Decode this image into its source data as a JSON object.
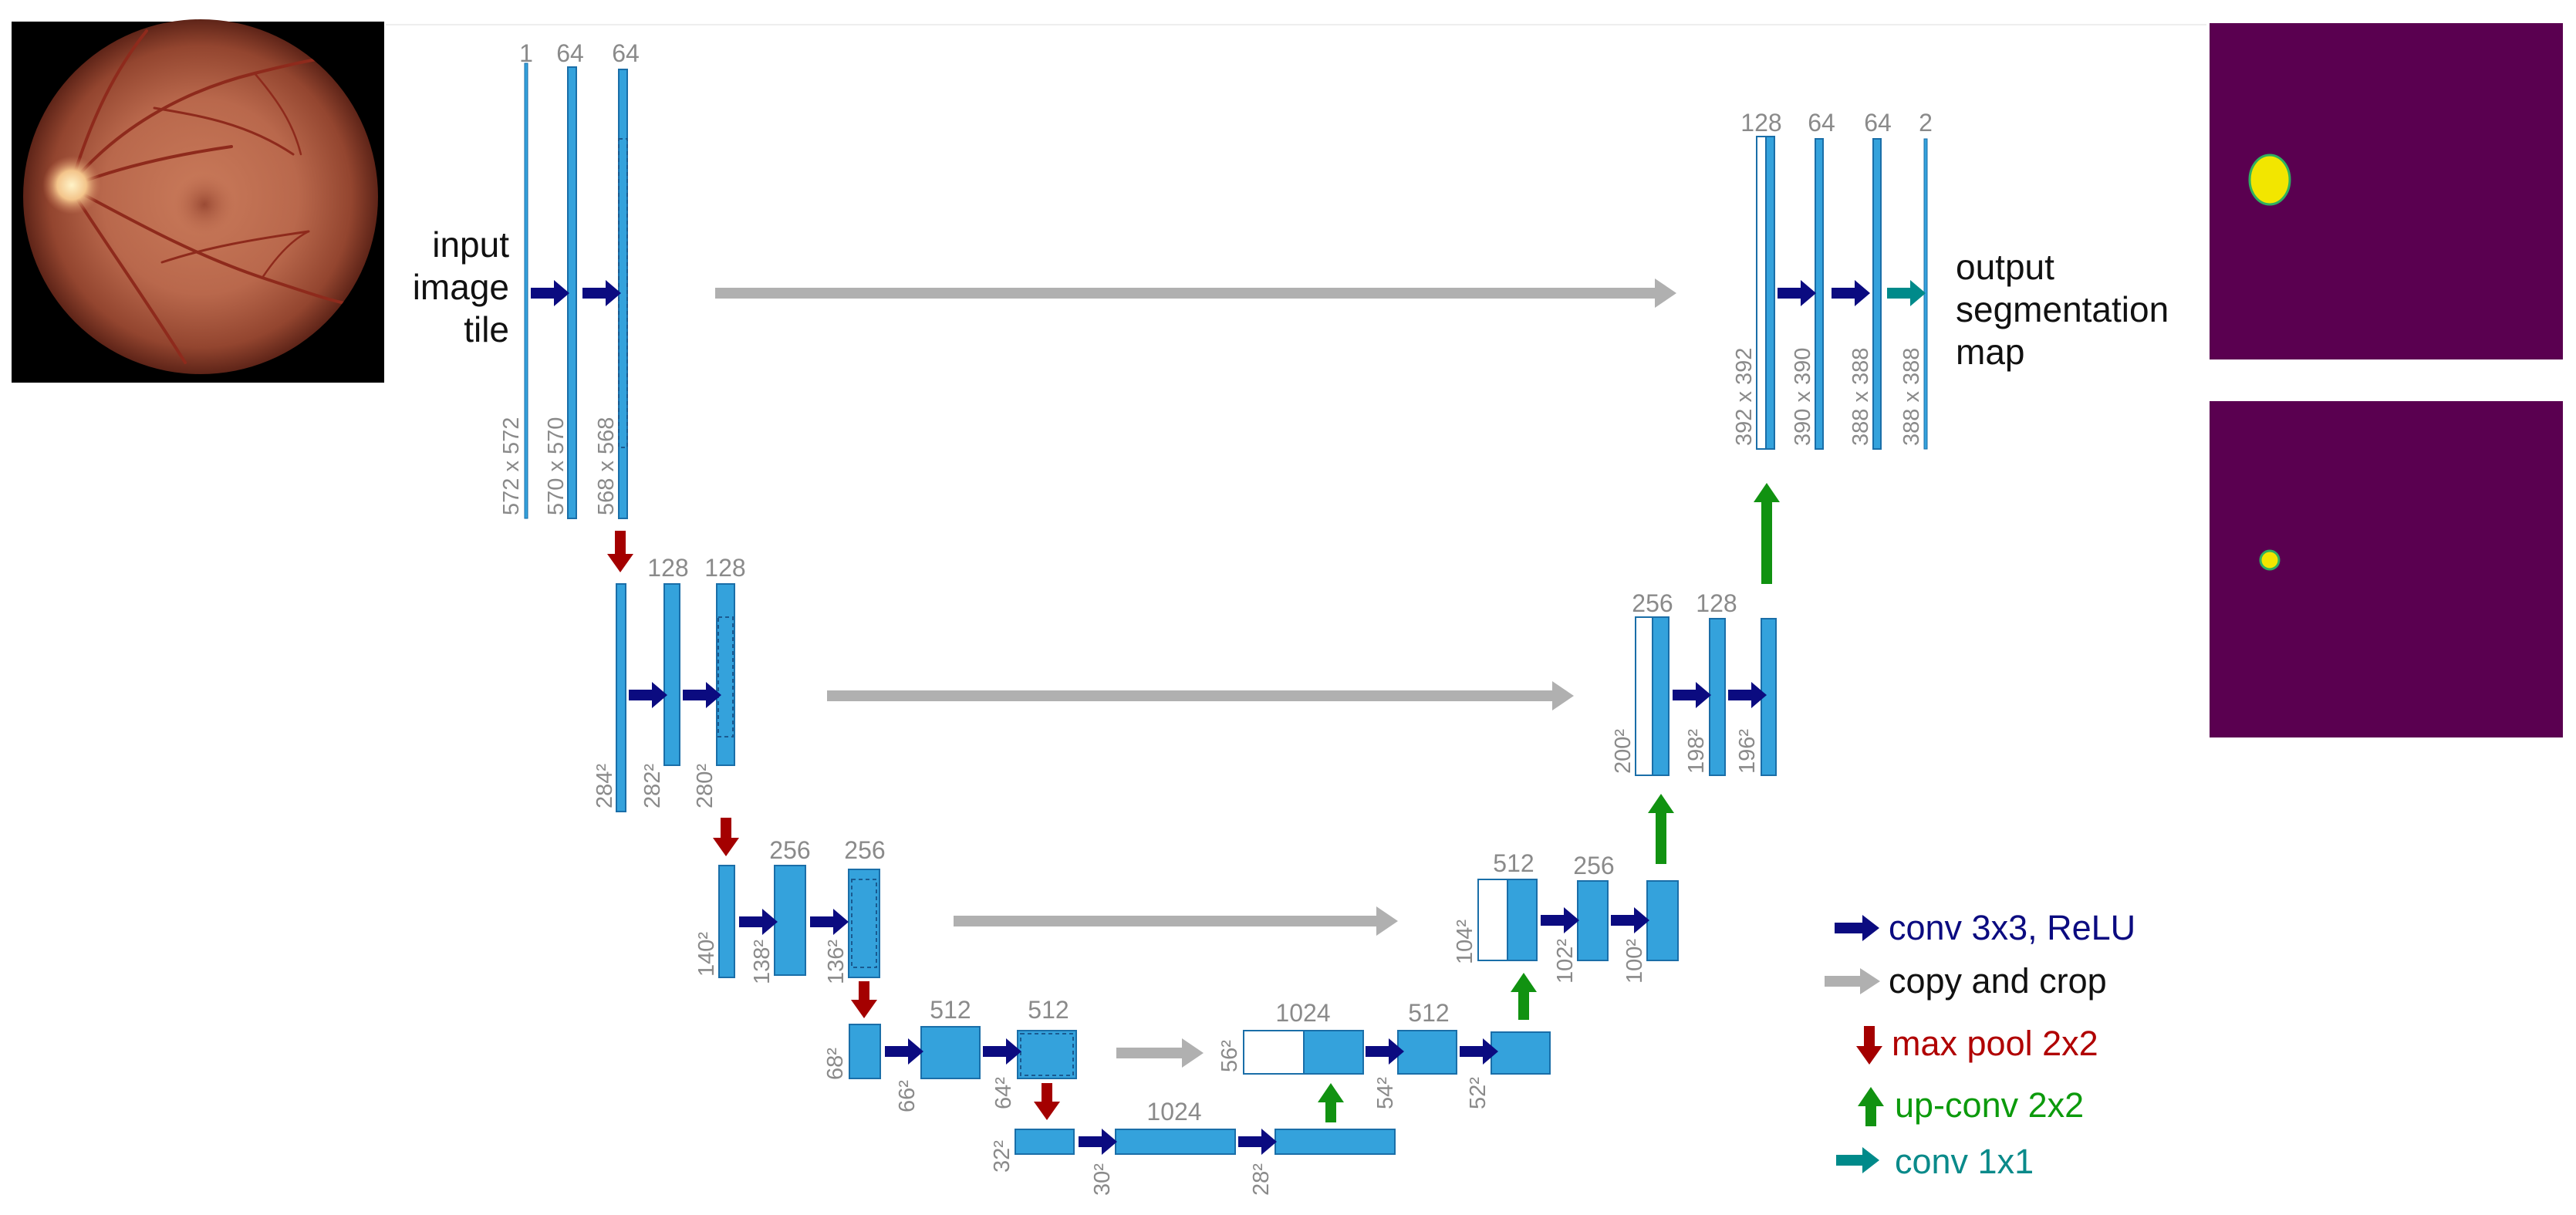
{
  "labels": {
    "input": [
      "input",
      "image",
      "tile"
    ],
    "output": [
      "output",
      "segmentation",
      "map"
    ]
  },
  "channels": {
    "e1a": "1",
    "e1b": "64",
    "e1c": "64",
    "e2b": "128",
    "e2c": "128",
    "e3b": "256",
    "e3c": "256",
    "e4b": "512",
    "e4c": "512",
    "b2": "1024",
    "d4a": "1024",
    "d4b": "512",
    "d3a": "512",
    "d3b": "256",
    "d2a": "256",
    "d2b": "128",
    "d1a": "128",
    "d1b": "64",
    "d1c": "64",
    "d1d": "2"
  },
  "sizes": {
    "e1a": "572 x 572",
    "e1b": "570 x 570",
    "e1c": "568 x 568",
    "e2a": "284²",
    "e2b": "282²",
    "e2c": "280²",
    "e3a": "140²",
    "e3b": "138²",
    "e3c": "136²",
    "e4a": "68²",
    "e4b": "66²",
    "e4c": "64²",
    "b1": "32²",
    "b2": "30²",
    "b3": "28²",
    "d4a": "56²",
    "d4b": "54²",
    "d4c": "52²",
    "d3a": "104²",
    "d3b": "102²",
    "d3c": "100²",
    "d2a": "200²",
    "d2b": "198²",
    "d2c": "196²",
    "d1a": "392 x 392",
    "d1b": "390 x 390",
    "d1c": "388 x 388",
    "d1d": "388 x 388"
  },
  "legend": [
    {
      "kind": "conv",
      "label": "conv 3x3, ReLU",
      "color": "#0b0b80"
    },
    {
      "kind": "copy",
      "label": "copy and crop",
      "color": "#111111",
      "arrow_color": "#b0b0b0"
    },
    {
      "kind": "pool",
      "label": "max pool 2x2",
      "color": "#b00000",
      "arrow_color": "#a40000"
    },
    {
      "kind": "up",
      "label": "up-conv 2x2",
      "color": "#0c9a0c",
      "arrow_color": "#119211"
    },
    {
      "kind": "final",
      "label": "conv 1x1",
      "color": "#0a8a8a",
      "arrow_color": "#008a8a"
    }
  ],
  "colors": {
    "block_fill": "#34a2dc",
    "block_stroke": "#1a6ea8",
    "mask_background": "#5a0050",
    "mask_blob": "#f2e600",
    "mask_blob_edge": "#2fb060"
  },
  "images": {
    "input": "retina-fundus-photo",
    "output_top": "segmentation-mask-large-blob",
    "output_bottom": "segmentation-mask-small-blob"
  }
}
